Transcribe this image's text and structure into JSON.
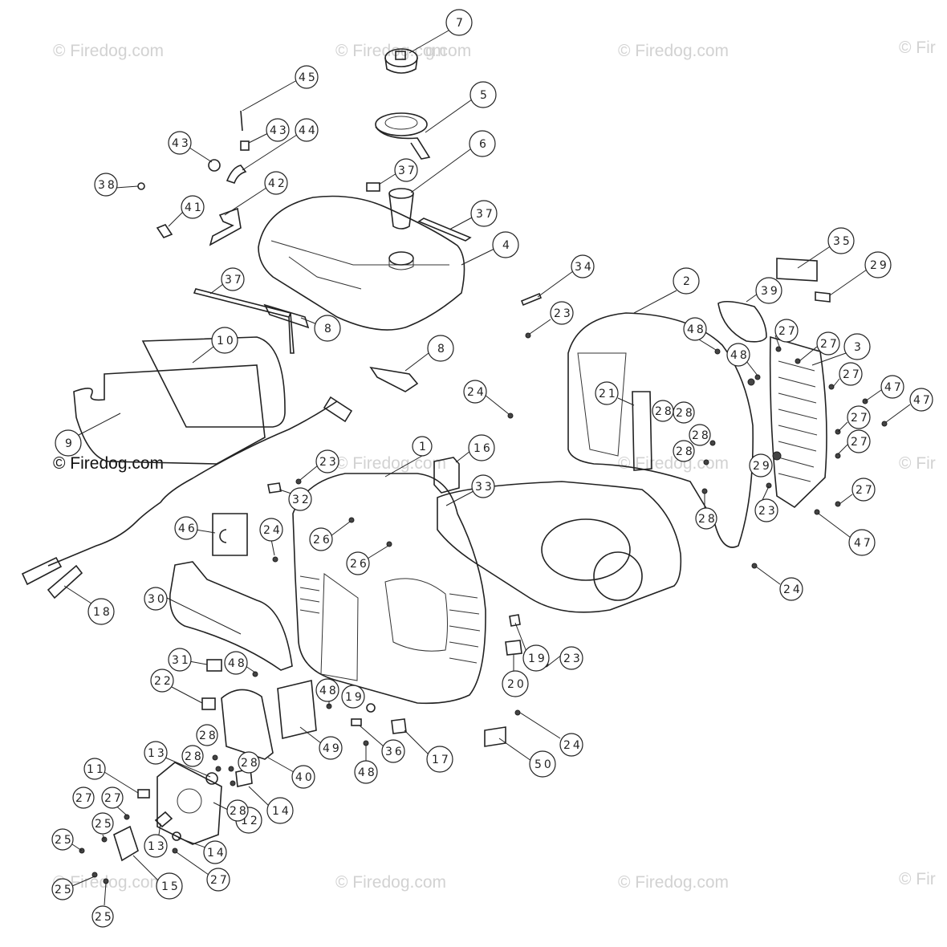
{
  "watermarks": {
    "brand_text": "© Firedog.com",
    "partial_text": "© Fir",
    "tail_text": "g.com"
  },
  "colors": {
    "line": "#222222",
    "watermark": "#d2d2d2",
    "background": "#ffffff"
  },
  "callouts": {
    "n1": "1",
    "n2": "2",
    "n3": "3",
    "n4": "4",
    "n5": "5",
    "n6": "6",
    "n7": "7",
    "n8": "8",
    "n9": "9",
    "n10": "10",
    "n11": "11",
    "n12": "12",
    "n13": "13",
    "n14": "14",
    "n15": "15",
    "n16": "16",
    "n17": "17",
    "n18": "18",
    "n19": "19",
    "n20": "20",
    "n21": "21",
    "n22": "22",
    "n23": "23",
    "n24": "24",
    "n25": "25",
    "n26": "26",
    "n27": "27",
    "n28": "28",
    "n29": "29",
    "n30": "30",
    "n31": "31",
    "n32": "32",
    "n33": "33",
    "n34": "34",
    "n35": "35",
    "n36": "36",
    "n37": "37",
    "n38": "38",
    "n39": "39",
    "n40": "40",
    "n41": "41",
    "n42": "42",
    "n43": "43",
    "n44": "44",
    "n45": "45",
    "n46": "46",
    "n47": "47",
    "n48": "48",
    "n49": "49",
    "n50": "50"
  }
}
